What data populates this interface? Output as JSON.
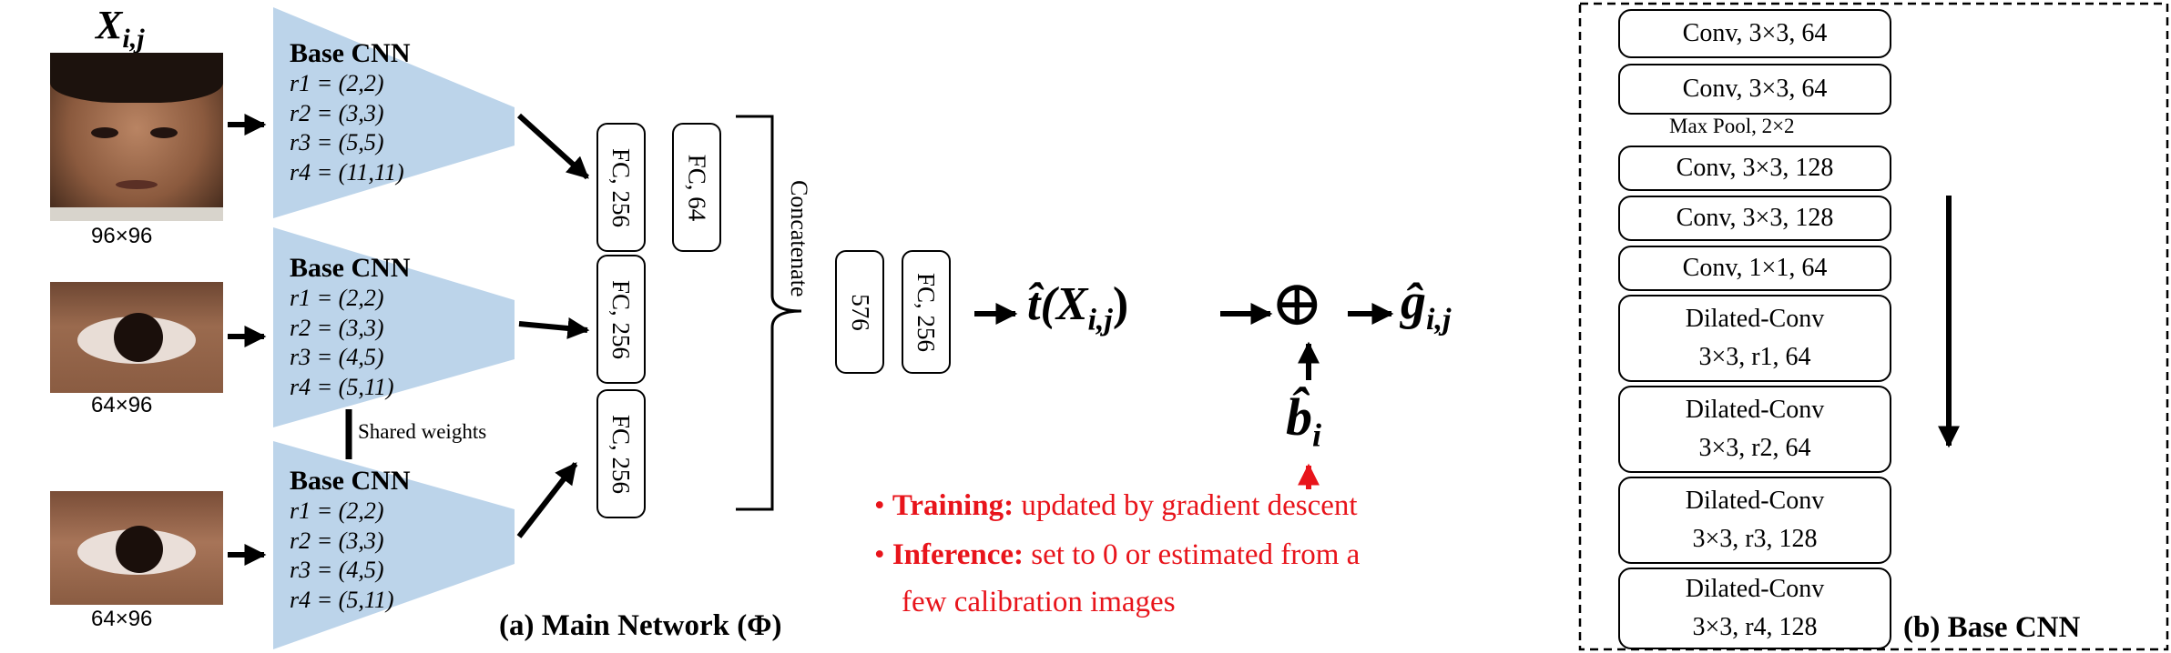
{
  "input": {
    "label_x": "X",
    "label_sub": "i,j"
  },
  "images": [
    {
      "resolution": "96×96"
    },
    {
      "resolution": "64×96"
    },
    {
      "resolution": "64×96"
    }
  ],
  "base_cnns": [
    {
      "title": "Base CNN",
      "params": [
        "r1 = (2,2)",
        "r2 = (3,3)",
        "r3 = (5,5)",
        "r4 = (11,11)"
      ]
    },
    {
      "title": "Base CNN",
      "params": [
        "r1 = (2,2)",
        "r2 = (3,3)",
        "r3 = (4,5)",
        "r4 = (5,11)"
      ]
    },
    {
      "title": "Base CNN",
      "params": [
        "r1 = (2,2)",
        "r2 = (3,3)",
        "r3 = (4,5)",
        "r4 = (5,11)"
      ]
    }
  ],
  "shared_weights": "Shared weights",
  "fc_layers": {
    "fc1": "FC, 256",
    "fc_face2": "FC, 64",
    "fc2": "FC, 256",
    "fc3": "FC, 256"
  },
  "concatenate": "Concatenate",
  "concat_size": "576",
  "fc_final": "FC, 256",
  "output": {
    "t_hat": "t̂(X",
    "t_sub": "i,j",
    "t_close": ")",
    "plus": "⊕",
    "g_hat": "ĝ",
    "g_sub": "i,j",
    "b_hat": "b̂",
    "b_sub": "i"
  },
  "notes": [
    {
      "bold": "Training:",
      "text": " updated by gradient descent"
    },
    {
      "bold": "Inference:",
      "text": " set to 0 or estimated from a",
      "text2": "few calibration images"
    }
  ],
  "caption_a": "(a) Main Network (Φ)",
  "base_cnn_detail": {
    "layers": [
      {
        "lines": [
          "Conv, 3×3, 64"
        ]
      },
      {
        "lines": [
          "Conv, 3×3, 64"
        ]
      },
      {
        "lines": [
          "Conv, 3×3, 128"
        ]
      },
      {
        "lines": [
          "Conv, 3×3, 128"
        ]
      },
      {
        "lines": [
          "Conv, 1×1, 64"
        ]
      },
      {
        "lines": [
          "Dilated-Conv",
          "3×3, r1, 64"
        ]
      },
      {
        "lines": [
          "Dilated-Conv",
          "3×3, r2, 64"
        ]
      },
      {
        "lines": [
          "Dilated-Conv",
          "3×3, r3, 128"
        ]
      },
      {
        "lines": [
          "Dilated-Conv",
          "3×3, r4, 128"
        ]
      }
    ],
    "max_pool": "Max Pool, 2×2",
    "caption": "(b) Base CNN"
  },
  "colors": {
    "trapezoid": "#bcd4ea",
    "red": "#e8141b",
    "skin": "#9a6a4e"
  }
}
